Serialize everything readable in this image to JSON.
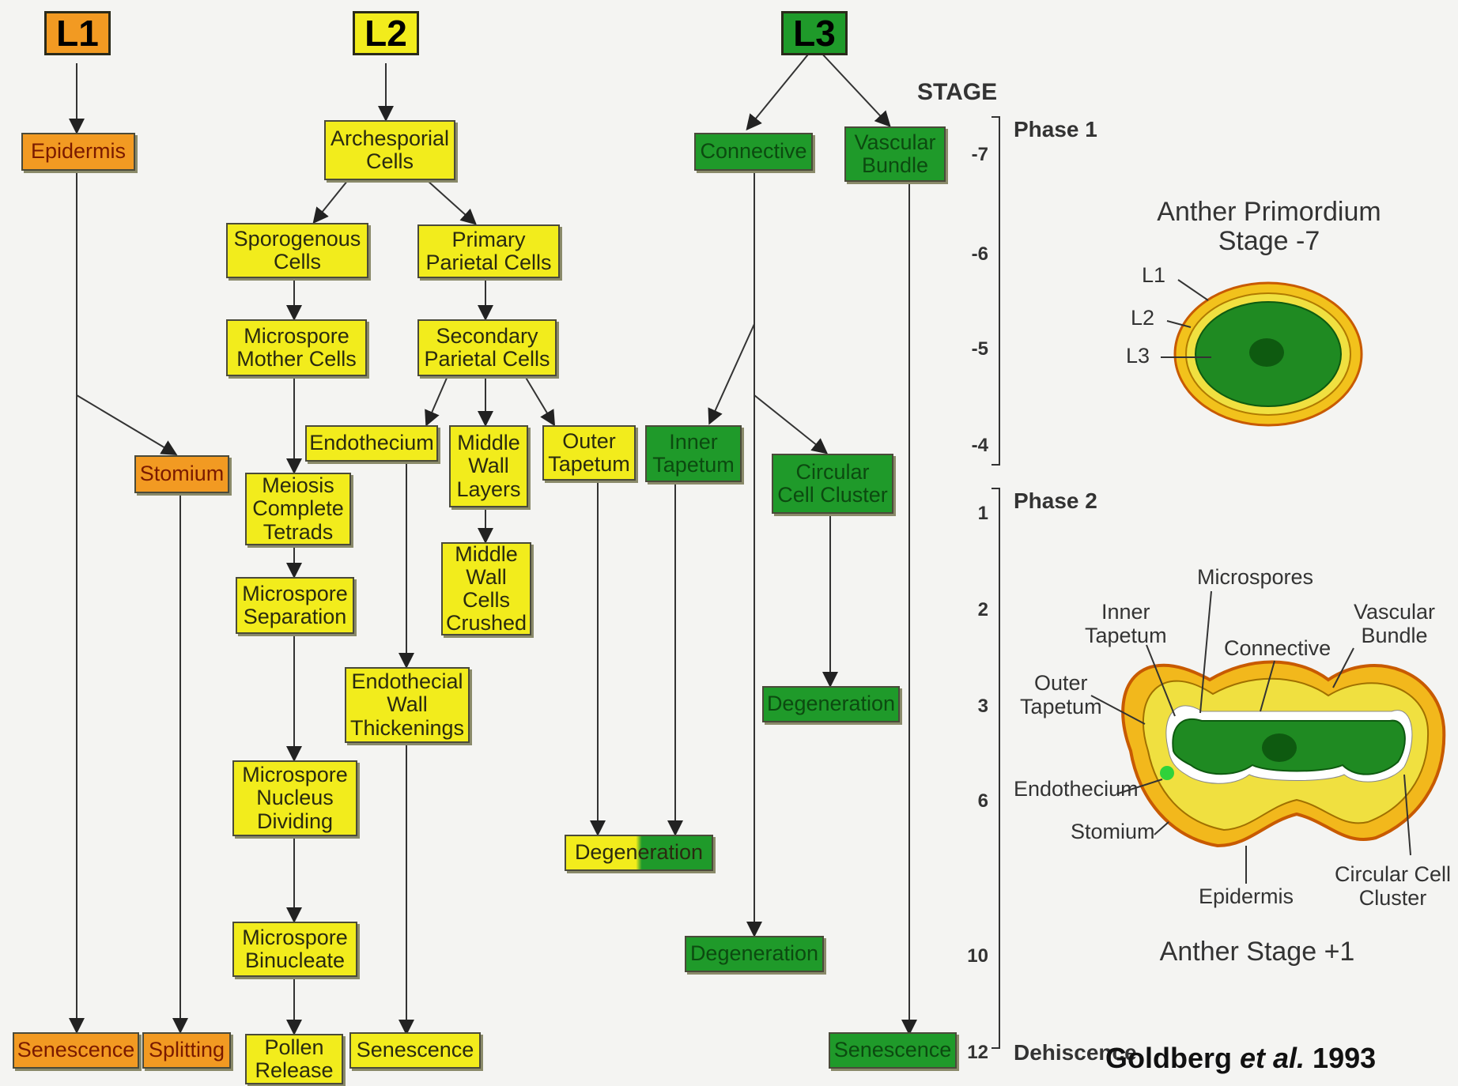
{
  "layers": {
    "l1": "L1",
    "l2": "L2",
    "l3": "L3"
  },
  "stage_header": "STAGE",
  "phase1": "Phase 1",
  "phase2": "Phase 2",
  "dehiscence": "Dehiscence",
  "citation": {
    "authors": "Goldberg ",
    "etal": "et al.",
    "year": " 1993"
  },
  "stages": [
    "-7",
    "-6",
    "-5",
    "-4",
    "1",
    "2",
    "3",
    "6",
    "10",
    "12"
  ],
  "boxes": {
    "epidermis": "Epidermis",
    "stomium": "Stomium",
    "senescence_l1": "Senescence",
    "splitting": "Splitting",
    "archesporial": "Archesporial\nCells",
    "sporogenous": "Sporogenous\nCells",
    "primary_parietal": "Primary\nParietal Cells",
    "microspore_mother": "Microspore\nMother Cells",
    "secondary_parietal": "Secondary\nParietal Cells",
    "endothecium": "Endothecium",
    "middle_wall_layers": "Middle\nWall\nLayers",
    "outer_tapetum": "Outer\nTapetum",
    "meiosis": "Meiosis\nComplete\nTetrads",
    "microspore_separation": "Microspore\nSeparation",
    "middle_wall_crushed": "Middle\nWall\nCells\nCrushed",
    "endothecial_wall": "Endothecial\nWall\nThickenings",
    "microspore_nucleus": "Microspore\nNucleus\nDividing",
    "microspore_binucleate": "Microspore\nBinucleate",
    "pollen_release": "Pollen\nRelease",
    "senescence_l2": "Senescence",
    "connective": "Connective",
    "vascular_bundle": "Vascular\nBundle",
    "inner_tapetum": "Inner\nTapetum",
    "circular_cell_cluster": "Circular\nCell Cluster",
    "degeneration_tapetum": "Degeneration",
    "degeneration_circular": "Degeneration",
    "degeneration_connective": "Degeneration",
    "senescence_l3": "Senescence"
  },
  "primordium": {
    "title": "Anther Primordium\nStage -7",
    "labels": [
      "L1",
      "L2",
      "L3"
    ]
  },
  "anther": {
    "title": "Anther Stage +1",
    "labels": {
      "microspores": "Microspores",
      "inner_tapetum": "Inner\nTapetum",
      "vascular_bundle": "Vascular\nBundle",
      "connective": "Connective",
      "outer_tapetum": "Outer\nTapetum",
      "endothecium": "Endothecium",
      "stomium": "Stomium",
      "epidermis": "Epidermis",
      "circular_cell_cluster": "Circular Cell\nCluster"
    }
  },
  "colors": {
    "yellow": "#f2ec1c",
    "orange": "#f29a22",
    "green": "#1f9a2a"
  }
}
